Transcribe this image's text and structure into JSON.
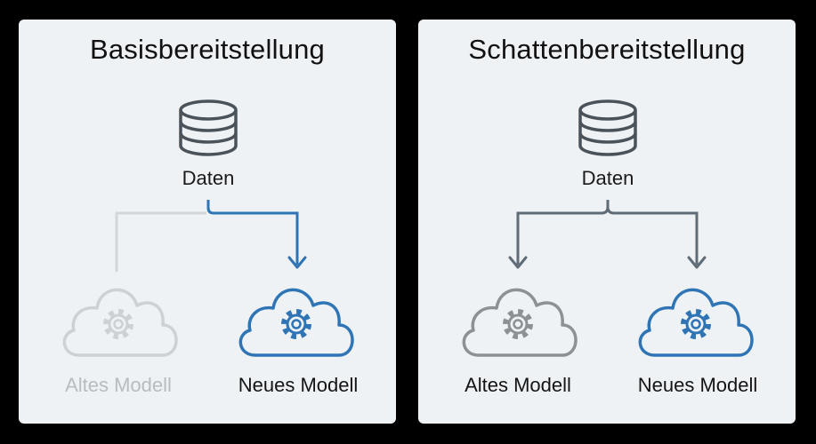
{
  "panels": [
    {
      "title": "Basisbereitstellung",
      "data_label": "Daten",
      "old_model_label": "Altes Modell",
      "new_model_label": "Neues Modell"
    },
    {
      "title": "Schattenbereitstellung",
      "data_label": "Daten",
      "old_model_label": "Altes Modell",
      "new_model_label": "Neues Modell"
    }
  ],
  "colors": {
    "panel_bg": "#eef2f5",
    "active_blue": "#2f74b5",
    "inactive_gray": "#c9cdd1",
    "neutral_gray": "#5f6b76",
    "old_model_gray": "#8c9196"
  }
}
